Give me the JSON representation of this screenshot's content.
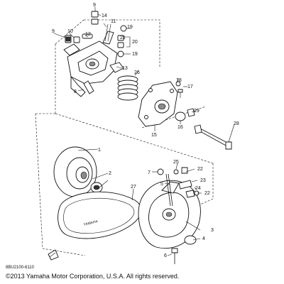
{
  "diagram": {
    "labels": {
      "l1": "1",
      "l2": "2",
      "l3": "3",
      "l4": "4",
      "l5": "5",
      "l6": "6",
      "l7": "7",
      "l8": "8",
      "l9a": "9",
      "l9b": "9",
      "l10": "10",
      "l11": "11",
      "l12": "12",
      "l13": "13",
      "l14": "14",
      "l15": "15",
      "l16": "16",
      "l17": "17",
      "l18": "18",
      "l19a": "19",
      "l19b": "19",
      "l20": "20",
      "l21": "21",
      "l22a": "22",
      "l22b": "22",
      "l23": "23",
      "l24": "24",
      "l25": "25",
      "l26": "26",
      "l27": "27",
      "l28": "28",
      "l29": "29"
    },
    "belt_text": "YAMAHA"
  },
  "footer": {
    "diagram_code": "8BU2100-6110",
    "copyright": "©2013 Yamaha Motor Corporation, U.S.A. All rights reserved."
  }
}
